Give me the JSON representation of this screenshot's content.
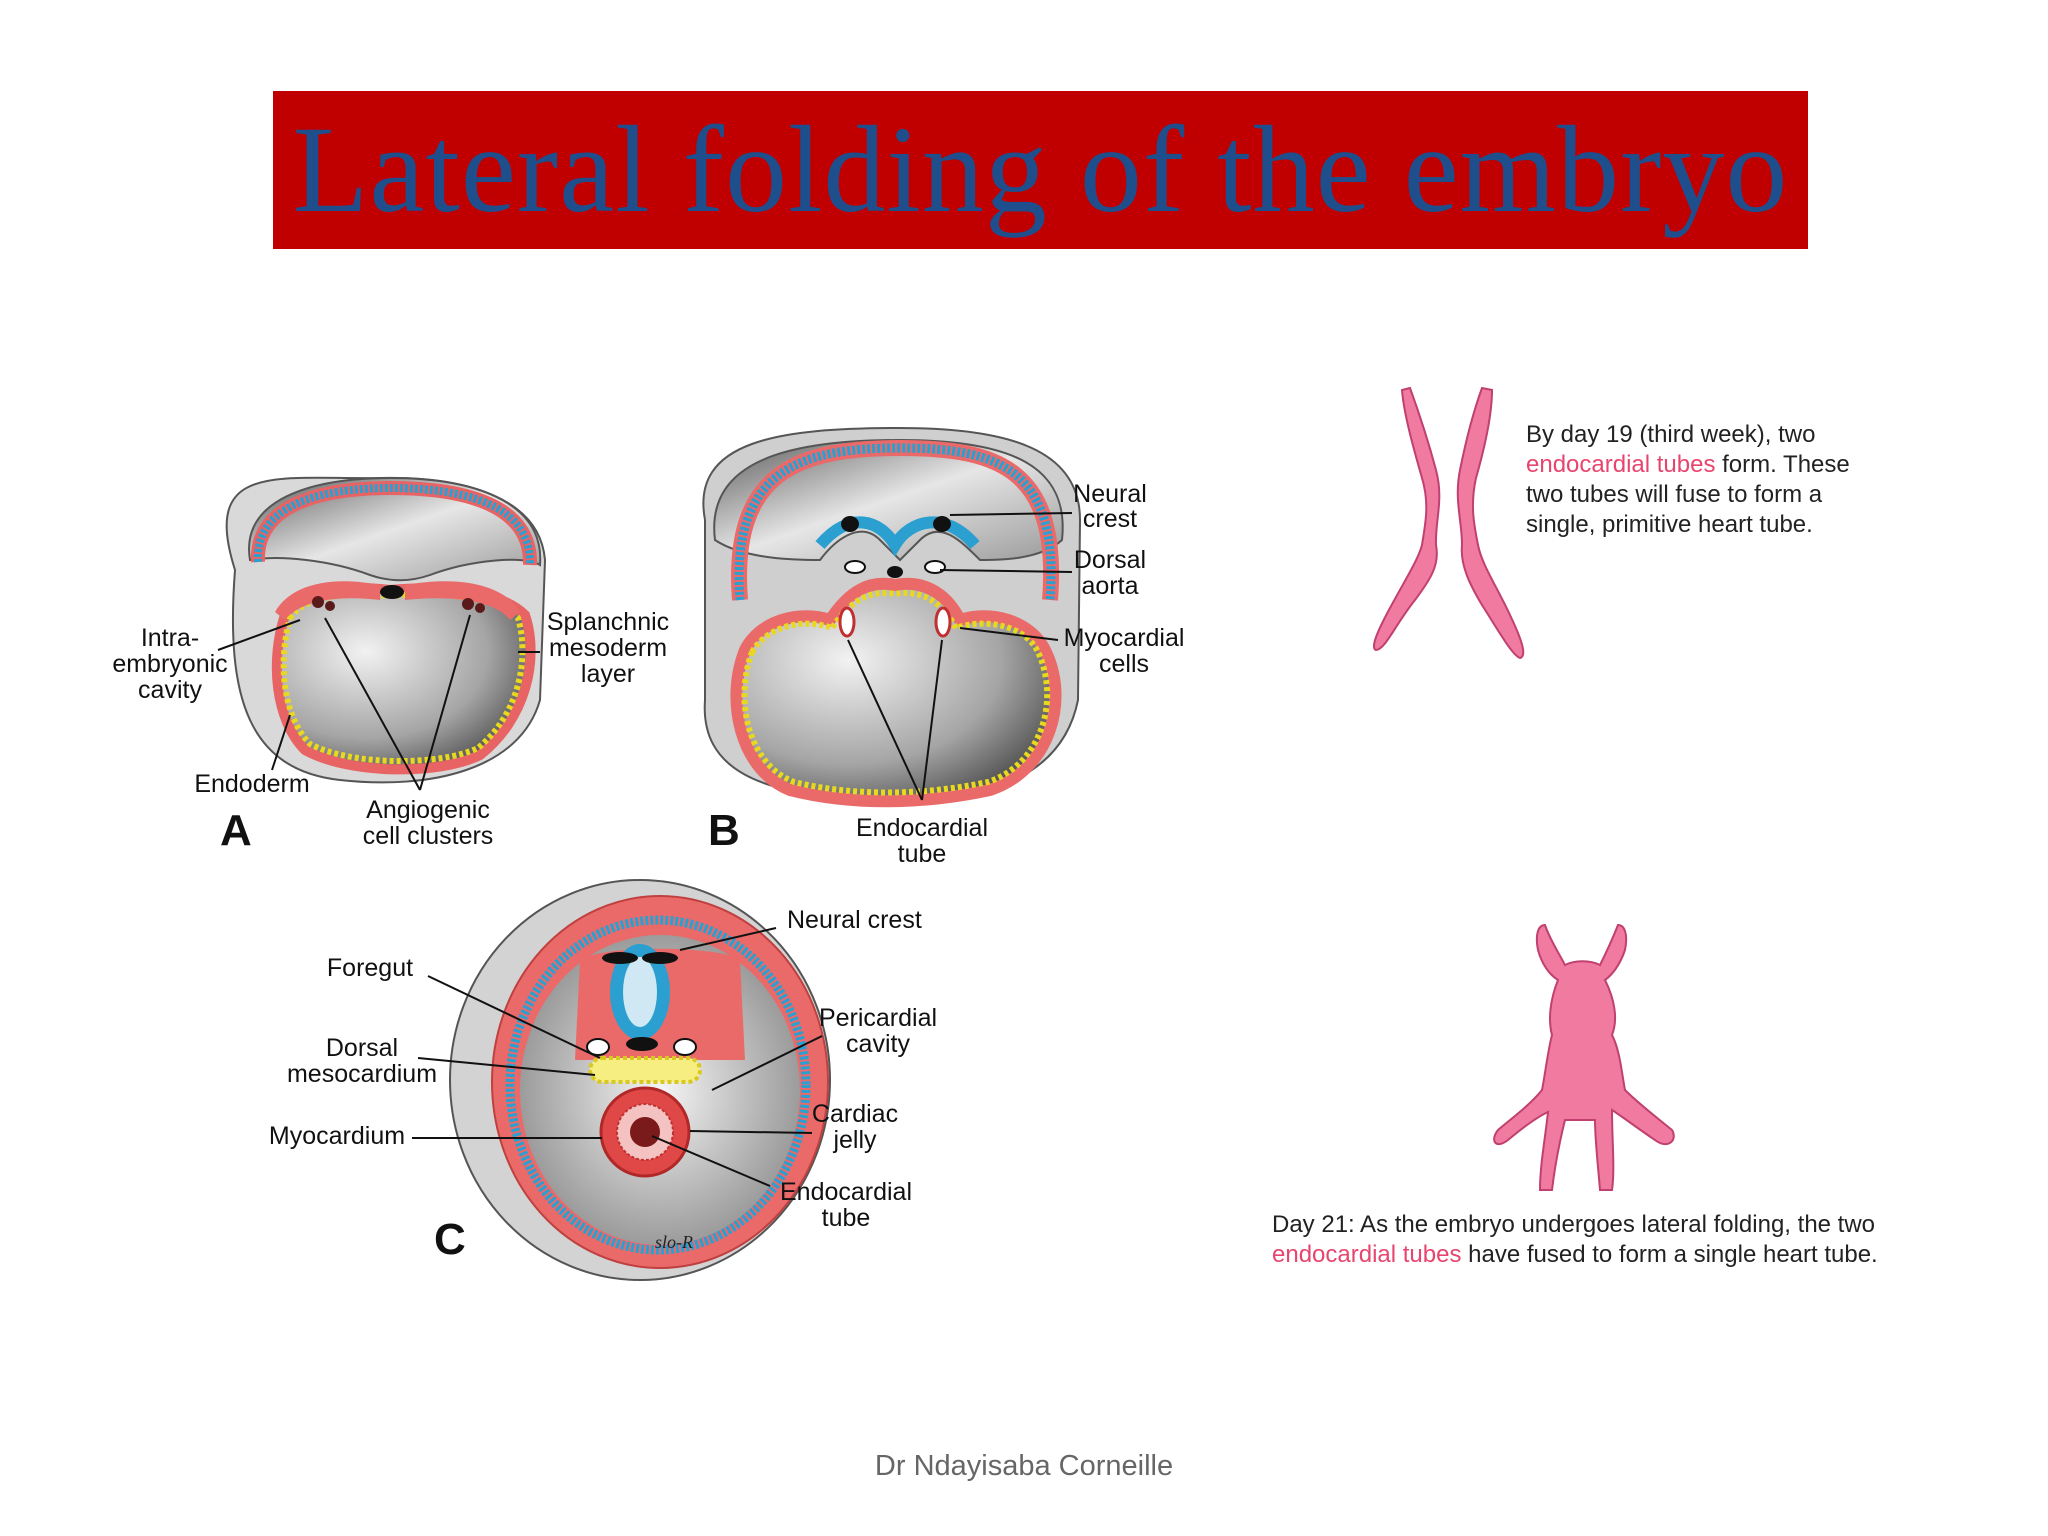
{
  "title": "Lateral folding of the embryo",
  "footer": "Dr Ndayisaba Corneille",
  "colors": {
    "title_bg": "#c00000",
    "title_text": "#1f4e8c",
    "highlight": "#e8456e",
    "mesoderm": "#ea6a6a",
    "ectoderm": "#2a9fd0",
    "endoderm": "#f2e030",
    "tube_pink": "#f07aa0"
  },
  "panel_a": {
    "letter": "A",
    "labels": {
      "intra_1": "Intra-",
      "intra_2": "embryonic",
      "intra_3": "cavity",
      "splanchnic_1": "Splanchnic",
      "splanchnic_2": "mesoderm",
      "splanchnic_3": "layer",
      "endoderm": "Endoderm",
      "angio_1": "Angiogenic",
      "angio_2": "cell clusters"
    }
  },
  "panel_b": {
    "letter": "B",
    "labels": {
      "neural_1": "Neural",
      "neural_2": "crest",
      "dorsal_1": "Dorsal",
      "dorsal_2": "aorta",
      "myo_1": "Myocardial",
      "myo_2": "cells",
      "endo_1": "Endocardial",
      "endo_2": "tube"
    }
  },
  "panel_c": {
    "letter": "C",
    "signature": "slo-R",
    "labels": {
      "neural": "Neural crest",
      "foregut": "Foregut",
      "dorsal_1": "Dorsal",
      "dorsal_2": "mesocardium",
      "pericardial_1": "Pericardial",
      "pericardial_2": "cavity",
      "cardiac_1": "Cardiac",
      "cardiac_2": "jelly",
      "myocardium": "Myocardium",
      "endo_1": "Endocardial",
      "endo_2": "tube"
    }
  },
  "caption_day19": {
    "line1": "By day 19 (third week),  two",
    "hl": "endocardial tubes",
    "line2_rest": " form.  These",
    "line3": "two tubes will fuse to form a",
    "line4": "single, primitive heart tube."
  },
  "caption_day21": {
    "line1": "Day 21: As the embryo undergoes lateral folding, the two",
    "hl": "endocardial tubes",
    "line2_rest": " have fused to form a single heart tube."
  }
}
